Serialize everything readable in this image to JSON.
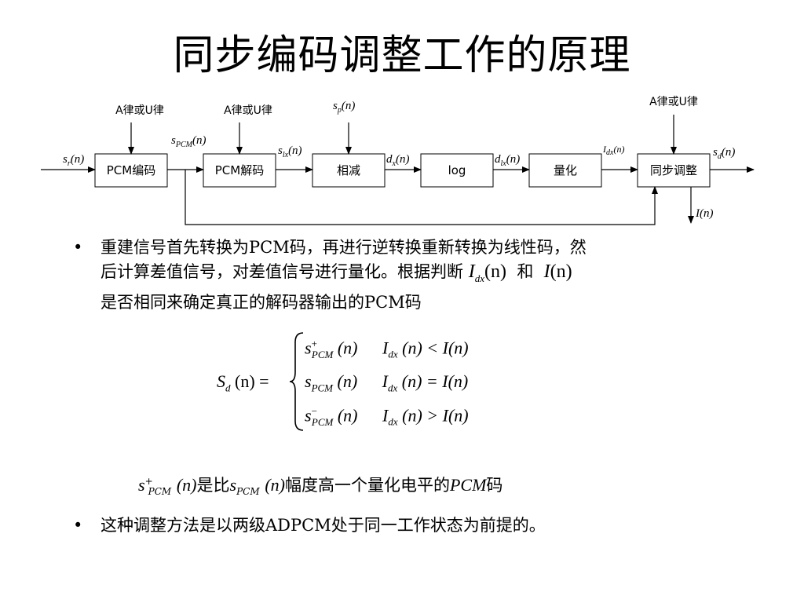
{
  "title": "同步编码调整工作的原理",
  "diagram": {
    "blocks": [
      "PCM编码",
      "PCM解码",
      "相减",
      "log",
      "量化",
      "同步调整"
    ],
    "law_labels": [
      "A律或U律",
      "A律或U律",
      "A律或U律"
    ],
    "signals": {
      "sr": "s",
      "sr_sub": "r",
      "sr_arg": "(n)",
      "spcm": "s",
      "spcm_sub": "PCM",
      "spcm_arg": "(n)",
      "slx": "s",
      "slx_sub": "lx",
      "slx_arg": "(n)",
      "sp": "s",
      "sp_sub": "p",
      "sp_arg": "(n)",
      "dx": "d",
      "dx_sub": "x",
      "dx_arg": "(n)",
      "dlx": "d",
      "dlx_sub": "lx",
      "dlx_arg": "(n)",
      "idx": "I",
      "idx_sub": "dx",
      "idx_arg": "(n)",
      "sd": "s",
      "sd_sub": "d",
      "sd_arg": "(n)",
      "in": "I(n)"
    }
  },
  "bullet1": {
    "line1": "重建信号首先转换为PCM码，再进行逆转换重新转换为线性码，然",
    "line2_pre": "后计算差值信号，对差值信号进行量化。根据判断",
    "line2_mid": "和",
    "line3": "是否相同来确定真正的解码器输出的PCM码",
    "idx_main": "I",
    "idx_sub": "dx",
    "idx_arg": "(n)",
    "in_main": "I",
    "in_arg": "(n)"
  },
  "formula": {
    "lhs_main": "S",
    "lhs_sub": "d",
    "lhs_arg": "(n) =",
    "rows": [
      {
        "s_sup": "+",
        "s_sub": "PCM",
        "arg": "(n)",
        "cond": "I",
        "cond_sub": "dx",
        "cond_rest": "(n) < I(n)"
      },
      {
        "s_sup": "",
        "s_sub": "PCM",
        "arg": "(n)",
        "cond": "I",
        "cond_sub": "dx",
        "cond_rest": "(n) = I(n)"
      },
      {
        "s_sup": "−",
        "s_sub": "PCM",
        "arg": "(n)",
        "cond": "I",
        "cond_sub": "dx",
        "cond_rest": "(n) > I(n)"
      }
    ]
  },
  "note": {
    "a_sup": "+",
    "a_sub": "PCM",
    "a_arg": "(n)",
    "mid": "是比",
    "b_sub": "PCM",
    "b_arg": "(n)",
    "tail": "幅度高一个量化电平的",
    "pcm": "PCM",
    "end": "码"
  },
  "bullet2": "这种调整方法是以两级ADPCM处于同一工作状态为前提的。"
}
